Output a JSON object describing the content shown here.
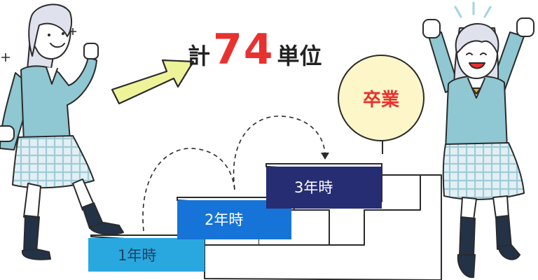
{
  "headline": {
    "prefix": "計",
    "number": "74",
    "unit": "単位"
  },
  "steps": [
    {
      "label": "1年時",
      "color": "#29a8e0",
      "text_color": "#1c3f5f"
    },
    {
      "label": "2年時",
      "color": "#1674d9",
      "text_color": "#ffffff"
    },
    {
      "label": "3年時",
      "color": "#262d73",
      "text_color": "#ffffff"
    }
  ],
  "goal": {
    "label": "卒業",
    "color": "#e8322f",
    "fill": "#fdf6c8"
  },
  "colors": {
    "accent_red": "#e8322f",
    "arrow": "#eef39a",
    "uniform": "#8fc7d2",
    "skirt": "#e0eef3",
    "outline": "#2b2b2b"
  },
  "icons": [
    "arrow-up-right-icon",
    "sparkle-icon",
    "dashed-arc-arrow-icon",
    "cheer-lines-icon"
  ]
}
